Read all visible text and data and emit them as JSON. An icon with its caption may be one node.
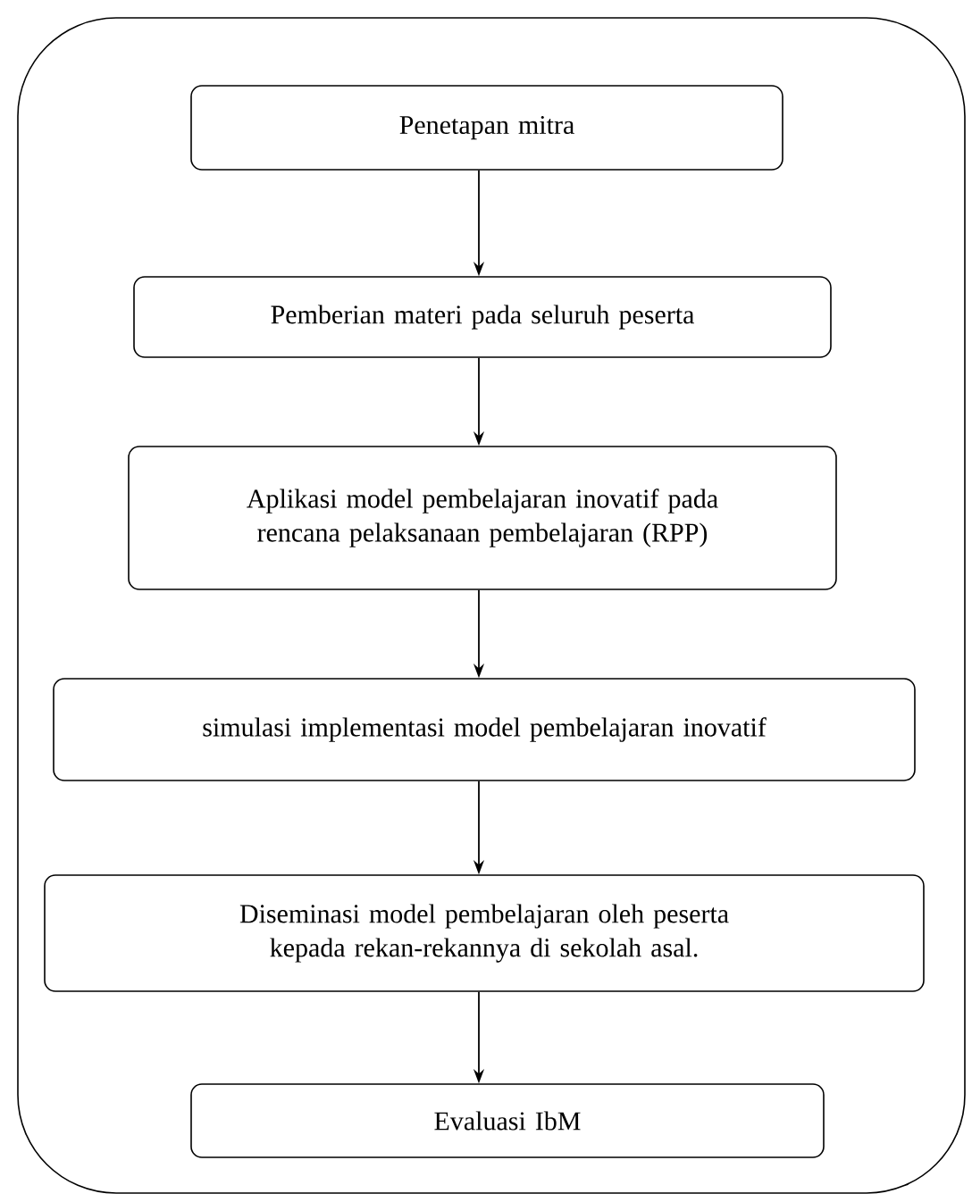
{
  "diagram": {
    "nodes": [
      {
        "text": [],
        "shape": "box"
      },
      {
        "text": [
          "Penetapan mitra"
        ],
        "in": 0
      },
      {
        "text": [
          "Pemberian materi pada seluruh peserta"
        ],
        "in": 0
      },
      {
        "text": [
          "Aplikasi model pembelajaran inovatif pada rencana pelaksanaan pembelajaran (RPP)"
        ],
        "in": 0
      },
      {
        "text": [
          "simulasi implementasi model pembelajaran inovatif"
        ],
        "in": 0
      },
      {
        "text": [
          "Diseminasi model pembelajaran oleh peserta kepada rekan-rekannya di sekolah asal."
        ],
        "in": 0
      },
      {
        "text": [
          "Evaluasi IbM"
        ],
        "in": 0
      }
    ],
    "edges": [
      {
        "from": 1,
        "to": 2,
        "arrow": "to"
      },
      {
        "from": 2,
        "to": 3,
        "arrow": "to"
      },
      {
        "from": 3,
        "to": 4,
        "arrow": "to"
      },
      {
        "from": 4,
        "to": 5,
        "arrow": "to"
      },
      {
        "from": 5,
        "to": 6,
        "arrow": "to"
      }
    ]
  }
}
